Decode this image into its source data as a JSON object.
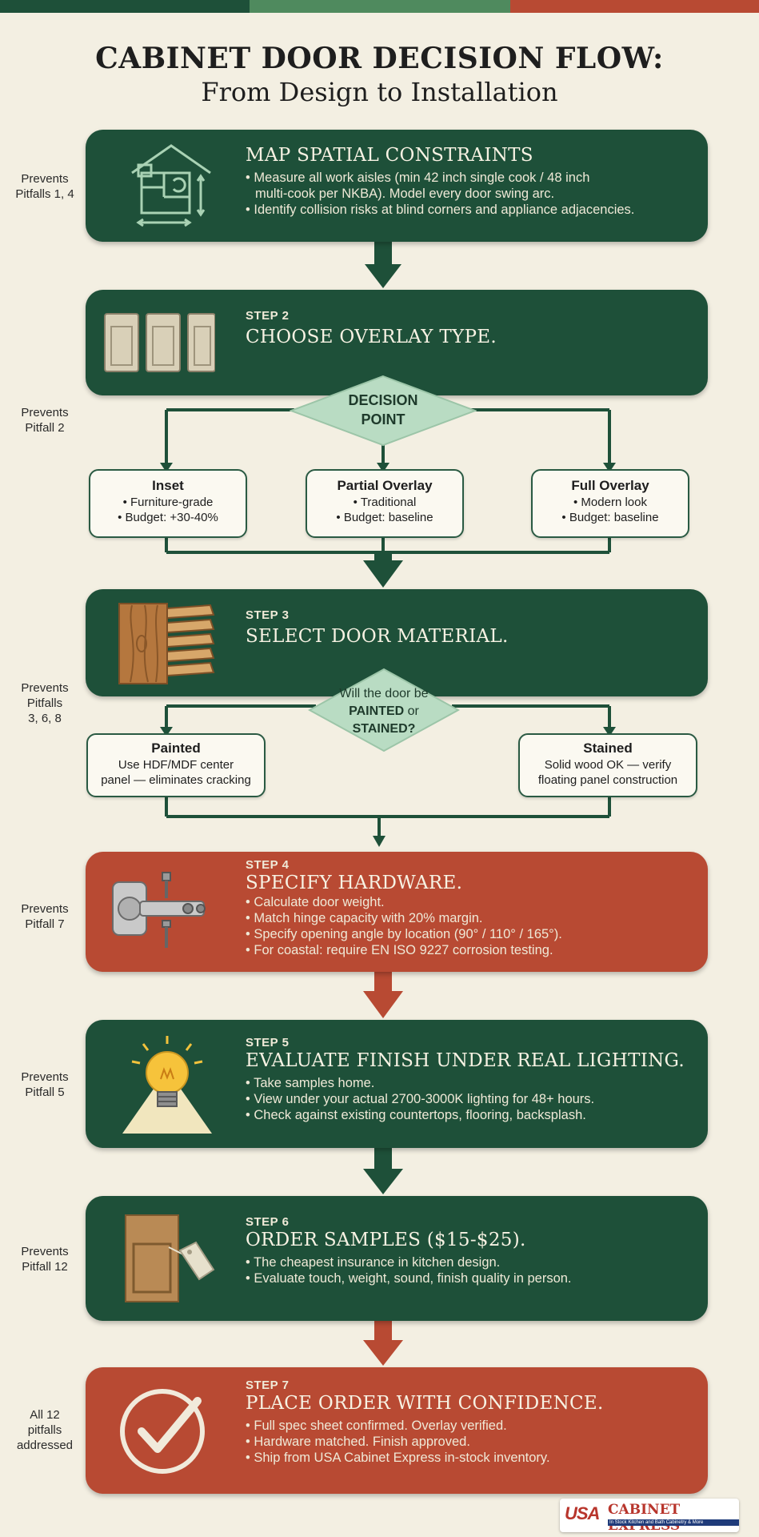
{
  "title": {
    "line1": "CABINET DOOR DECISION FLOW:",
    "line2": "From Design to Installation"
  },
  "colors": {
    "green": "#1e5039",
    "red": "#b84a33",
    "background": "#f3efe2",
    "decision": "#b9dcc3"
  },
  "steps": [
    {
      "side": [
        "Prevents",
        "Pitfalls 1, 4"
      ],
      "label": "",
      "heading": "MAP SPATIAL CONSTRAINTS",
      "bullets": [
        "• Measure all work aisles (min 42 inch single cook / 48 inch",
        "  multi-cook per NKBA). Model every door swing arc.",
        "• Identify collision risks at blind corners and appliance adjacencies."
      ],
      "icon": "house-floorplan-icon"
    },
    {
      "side": [
        "Prevents",
        "Pitfall 2"
      ],
      "label": "STEP 2",
      "heading": "CHOOSE OVERLAY TYPE.",
      "icon": "cabinet-doors-icon",
      "decision": {
        "line1": "DECISION",
        "line2": "POINT"
      },
      "options": [
        {
          "name": "Inset",
          "lines": [
            "• Furniture-grade",
            "• Budget: +30-40%"
          ]
        },
        {
          "name": "Partial Overlay",
          "lines": [
            "• Traditional",
            "• Budget: baseline"
          ]
        },
        {
          "name": "Full Overlay",
          "lines": [
            "• Modern look",
            "• Budget: baseline"
          ]
        }
      ]
    },
    {
      "side": [
        "Prevents",
        "Pitfalls",
        "3, 6, 8"
      ],
      "label": "STEP 3",
      "heading": "SELECT DOOR MATERIAL.",
      "icon": "wood-planks-icon",
      "decision": {
        "line1": "Will the door be",
        "line2": "PAINTED",
        "or": "or",
        "line3": "STAINED?"
      },
      "options": [
        {
          "name": "Painted",
          "lines": [
            "Use HDF/MDF center",
            "panel — eliminates cracking"
          ]
        },
        {
          "name": "Stained",
          "lines": [
            "Solid wood OK — verify",
            "floating panel construction"
          ]
        }
      ]
    },
    {
      "side": [
        "Prevents",
        "Pitfall 7"
      ],
      "label": "STEP 4",
      "heading": "SPECIFY HARDWARE.",
      "bullets": [
        "• Calculate door weight.",
        "• Match hinge capacity with 20% margin.",
        "• Specify opening angle by location (90° / 110° / 165°).",
        "• For coastal: require EN ISO 9227 corrosion testing."
      ],
      "icon": "hinge-icon"
    },
    {
      "side": [
        "Prevents",
        "Pitfall 5"
      ],
      "label": "STEP 5",
      "heading": "EVALUATE FINISH UNDER REAL LIGHTING.",
      "bullets": [
        "• Take samples home.",
        "• View under your actual 2700-3000K lighting for 48+ hours.",
        "• Check against existing countertops, flooring, backsplash."
      ],
      "icon": "light-bulb-icon"
    },
    {
      "side": [
        "Prevents",
        "Pitfall 12"
      ],
      "label": "STEP 6",
      "heading": "ORDER SAMPLES ($15-$25).",
      "bullets": [
        "• The cheapest insurance in kitchen design.",
        "• Evaluate touch, weight, sound, finish quality in person."
      ],
      "icon": "sample-door-tag-icon"
    },
    {
      "side": [
        "All 12",
        "pitfalls",
        "addressed"
      ],
      "label": "STEP 7",
      "heading": "PLACE ORDER WITH CONFIDENCE.",
      "bullets": [
        "• Full spec sheet confirmed. Overlay verified.",
        "• Hardware matched. Finish approved.",
        "• Ship from USA Cabinet Express in-stock inventory."
      ],
      "icon": "checkmark-circle-icon"
    }
  ],
  "logo": {
    "mark": "USA",
    "name": "CABINET EXPRESS",
    "tagline": "In Stock Kitchen and Bath Cabinetry & More"
  }
}
